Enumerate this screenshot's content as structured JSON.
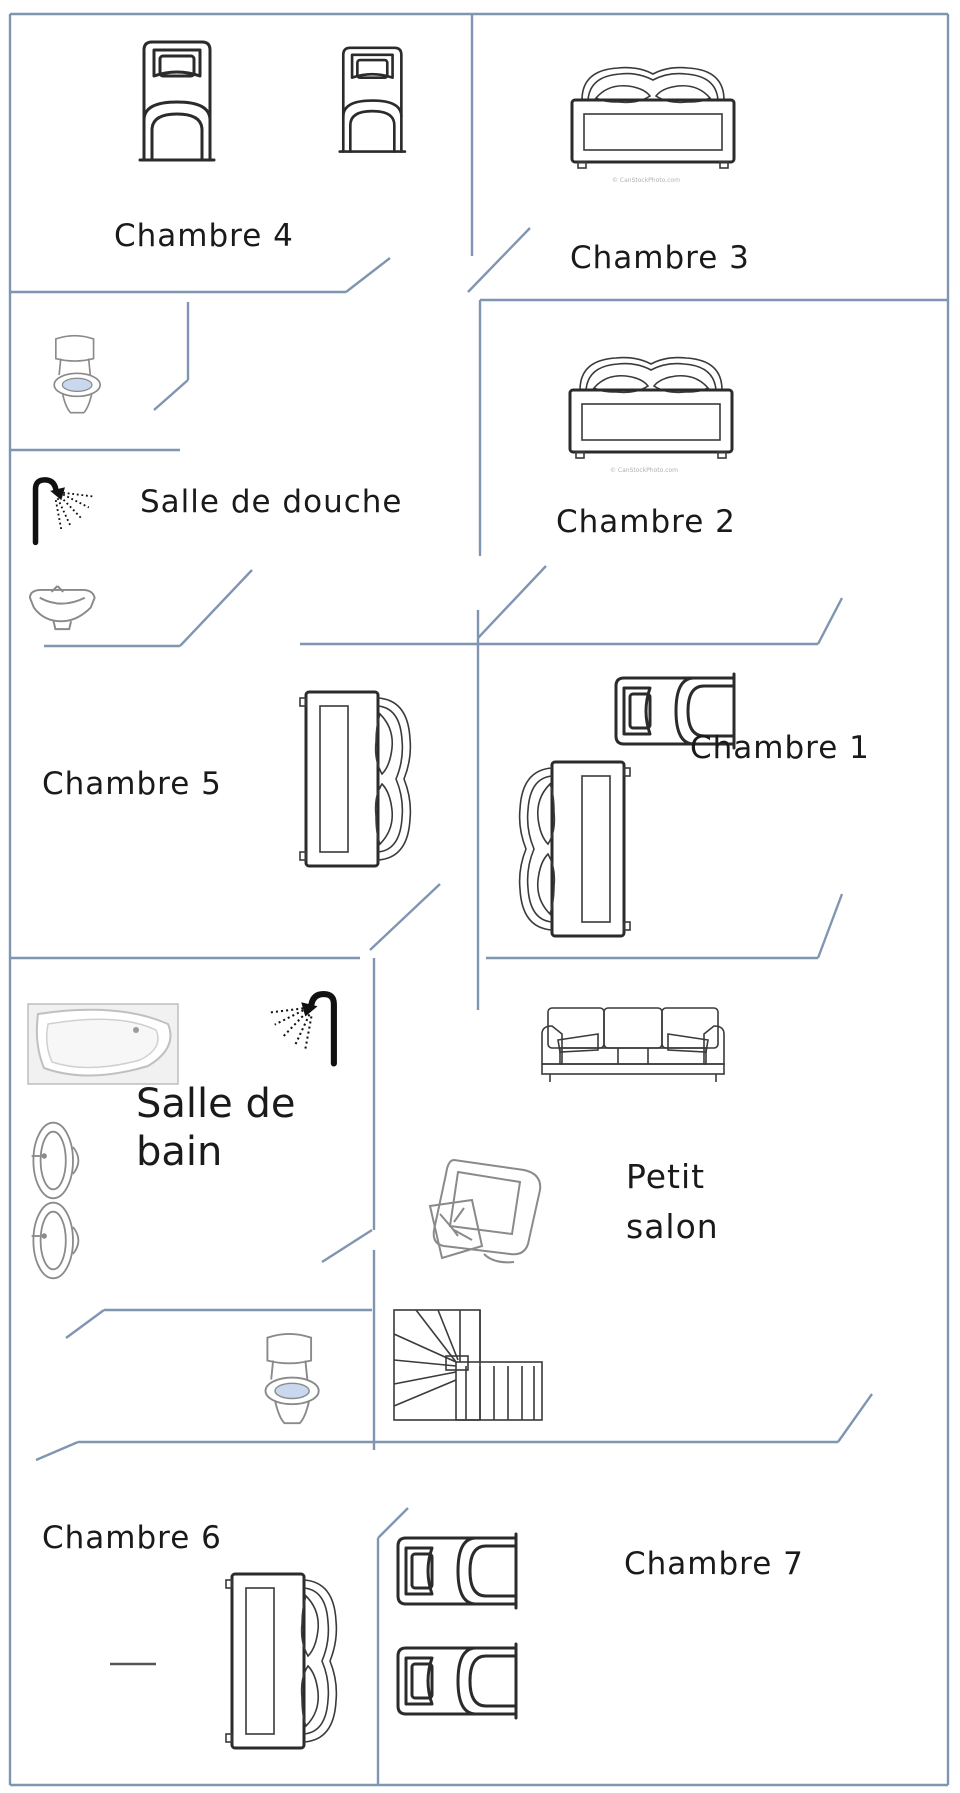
{
  "rooms": {
    "chambre_4": "Chambre 4",
    "chambre_3": "Chambre 3",
    "chambre_2": "Chambre 2",
    "salle_de_douche": "Salle de douche",
    "chambre_5": "Chambre 5",
    "chambre_1": "Chambre 1",
    "salle_de_bain": "Salle de bain",
    "petit_salon": "Petit salon",
    "chambre_6": "Chambre 6",
    "chambre_7": "Chambre 7"
  },
  "icons": {
    "single_bed": "single-bed-icon",
    "double_bed": "double-bed-icon",
    "toilet": "toilet-icon",
    "shower": "shower-icon",
    "sink": "sink-icon",
    "bathtub": "bathtub-icon",
    "sofa": "sofa-icon",
    "armchair": "armchair-icon",
    "staircase": "staircase-icon"
  },
  "colors": {
    "wall": "#7f95b2",
    "ink": "#2b2b2b"
  }
}
